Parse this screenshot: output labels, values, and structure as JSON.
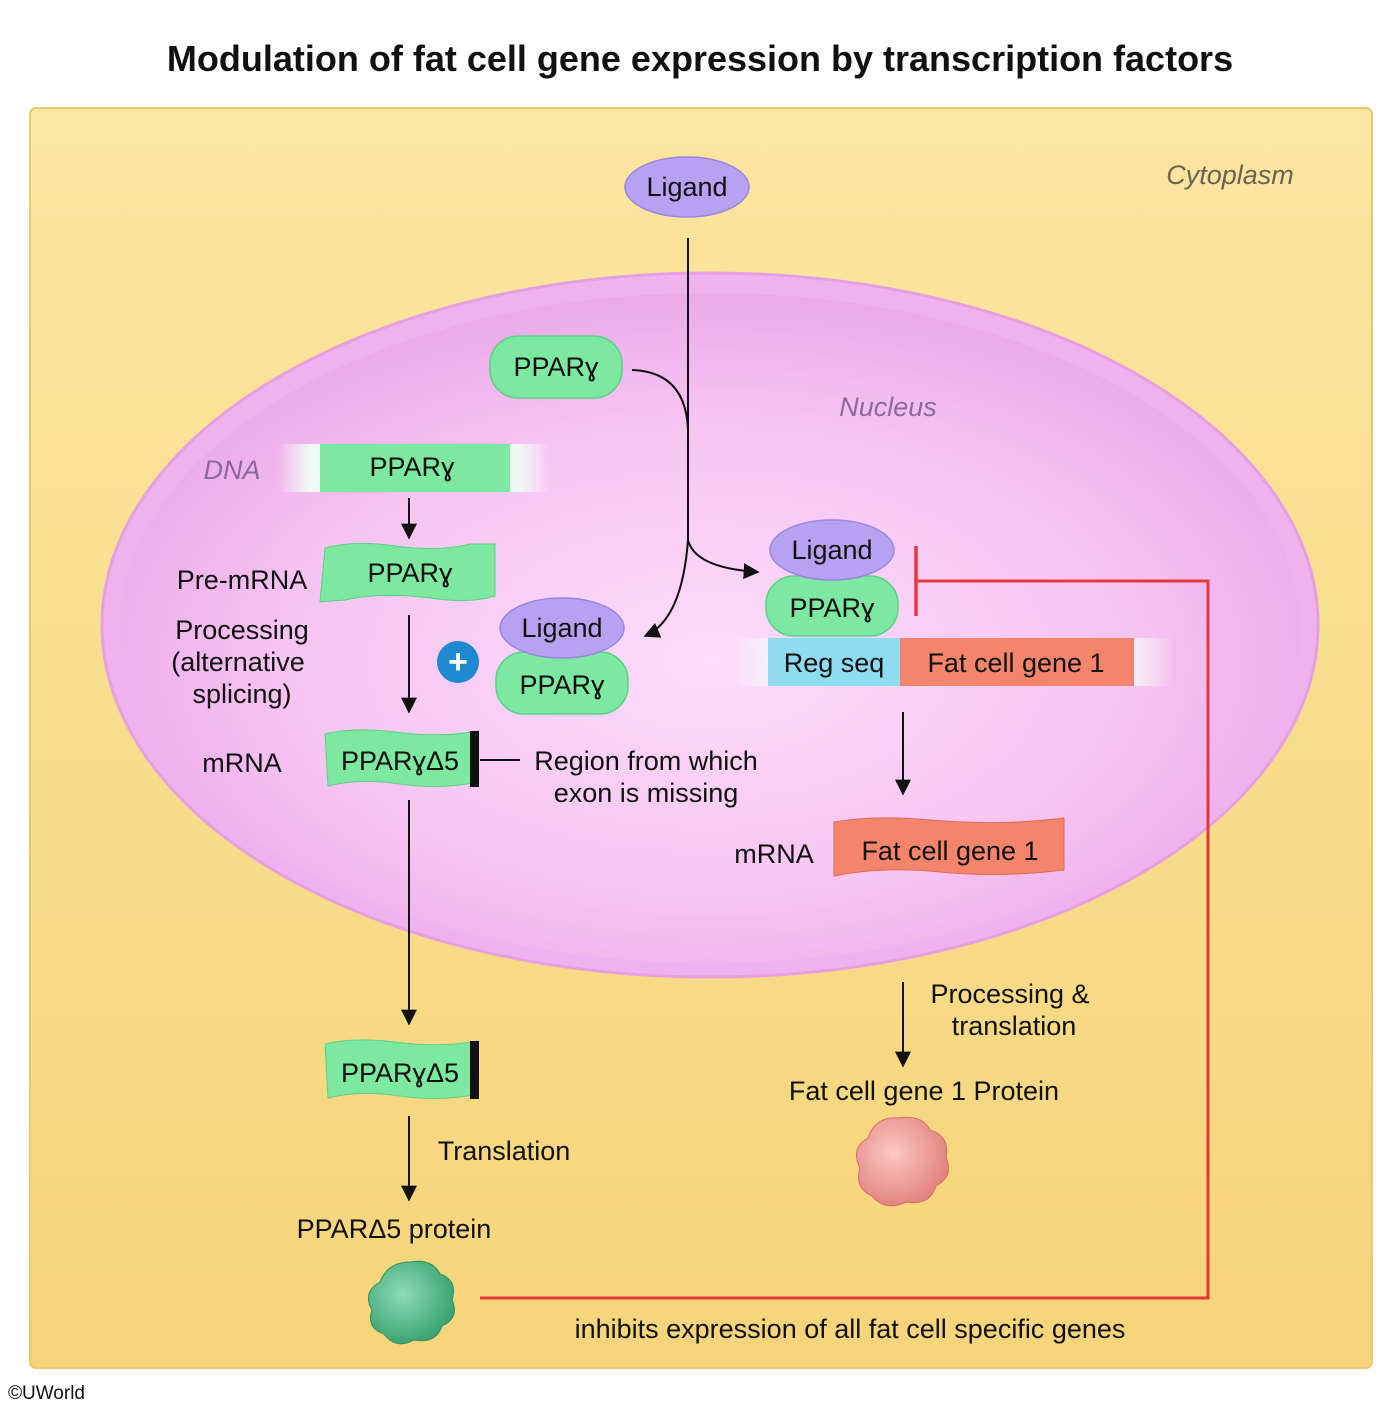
{
  "title": "Modulation of fat cell gene expression by transcription factors",
  "compartments": {
    "cytoplasm": "Cytoplasm",
    "nucleus": "Nucleus",
    "dna": "DNA"
  },
  "ligand": "Ligand",
  "ppar_gamma": "PPARɣ",
  "labels": {
    "pre_mrna": "Pre-mRNA",
    "processing_line1": "Processing",
    "processing_line2": "(alternative",
    "processing_line3": "splicing)",
    "mrna": "mRNA",
    "ppar_delta5": "PPARɣΔ5",
    "missing_line1": "Region from which",
    "missing_line2": "exon is missing",
    "translation": "Translation",
    "ppar_delta5_protein": "PPARΔ5 protein",
    "reg_seq": "Reg seq",
    "fat_cell_gene_1": "Fat cell gene 1",
    "proc_trans_line1": "Processing &",
    "proc_trans_line2": "translation",
    "fat_cell_protein": "Fat cell gene 1 Protein",
    "inhibits": "inhibits expression of all fat cell specific genes",
    "plus": "+"
  },
  "colors": {
    "cytoplasm": "#f9dd86",
    "nucleus": "#f2b3ee",
    "nucleus_border": "#ec9ee3",
    "ligand": "#b49ef0",
    "ppar": "#7be8a0",
    "reg_seq": "#8fdcf0",
    "fat_gene": "#f4846c",
    "inhibit_line": "#e23a3a",
    "plus_badge": "#1e88d0",
    "protein_green": "#3fae7c",
    "protein_pink": "#ec8a86"
  },
  "copyright": "©UWorld"
}
